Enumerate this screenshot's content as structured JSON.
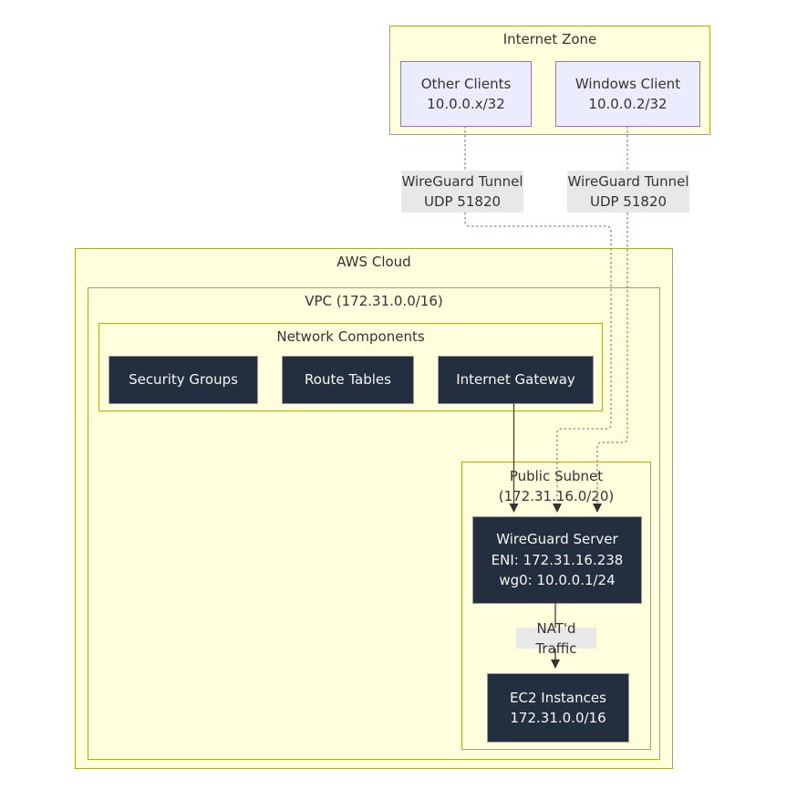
{
  "zones": {
    "internet": "Internet Zone",
    "aws": "AWS Cloud",
    "vpc": "VPC (172.31.0.0/16)",
    "network": "Network Components",
    "subnet_line1": "Public Subnet",
    "subnet_line2": "(172.31.16.0/20)"
  },
  "nodes": {
    "other_clients": {
      "line1": "Other Clients",
      "line2": "10.0.0.x/32"
    },
    "windows_client": {
      "line1": "Windows Client",
      "line2": "10.0.0.2/32"
    },
    "security_groups": "Security Groups",
    "route_tables": "Route Tables",
    "internet_gateway": "Internet Gateway",
    "wireguard_server": {
      "line1": "WireGuard Server",
      "line2": "ENI: 172.31.16.238",
      "line3": "wg0: 10.0.0.1/24"
    },
    "ec2": {
      "line1": "EC2 Instances",
      "line2": "172.31.0.0/16"
    }
  },
  "edge_labels": {
    "tunnel_left": {
      "line1": "WireGuard Tunnel",
      "line2": "UDP 51820"
    },
    "tunnel_right": {
      "line1": "WireGuard Tunnel",
      "line2": "UDP 51820"
    },
    "nat": "NAT'd Traffic"
  },
  "colors": {
    "zone_fill": "#ffffde",
    "zone_border": "#aaaa33",
    "client_fill": "#ececff",
    "client_border": "#9370db",
    "dark_node_fill": "#232f3e",
    "dark_node_text": "#f6f6f6",
    "edge_label_bg": "#e8e8e8",
    "diagram_text": "#333333",
    "dashed_edge": "#888888",
    "solid_edge": "#3f3f3f"
  }
}
